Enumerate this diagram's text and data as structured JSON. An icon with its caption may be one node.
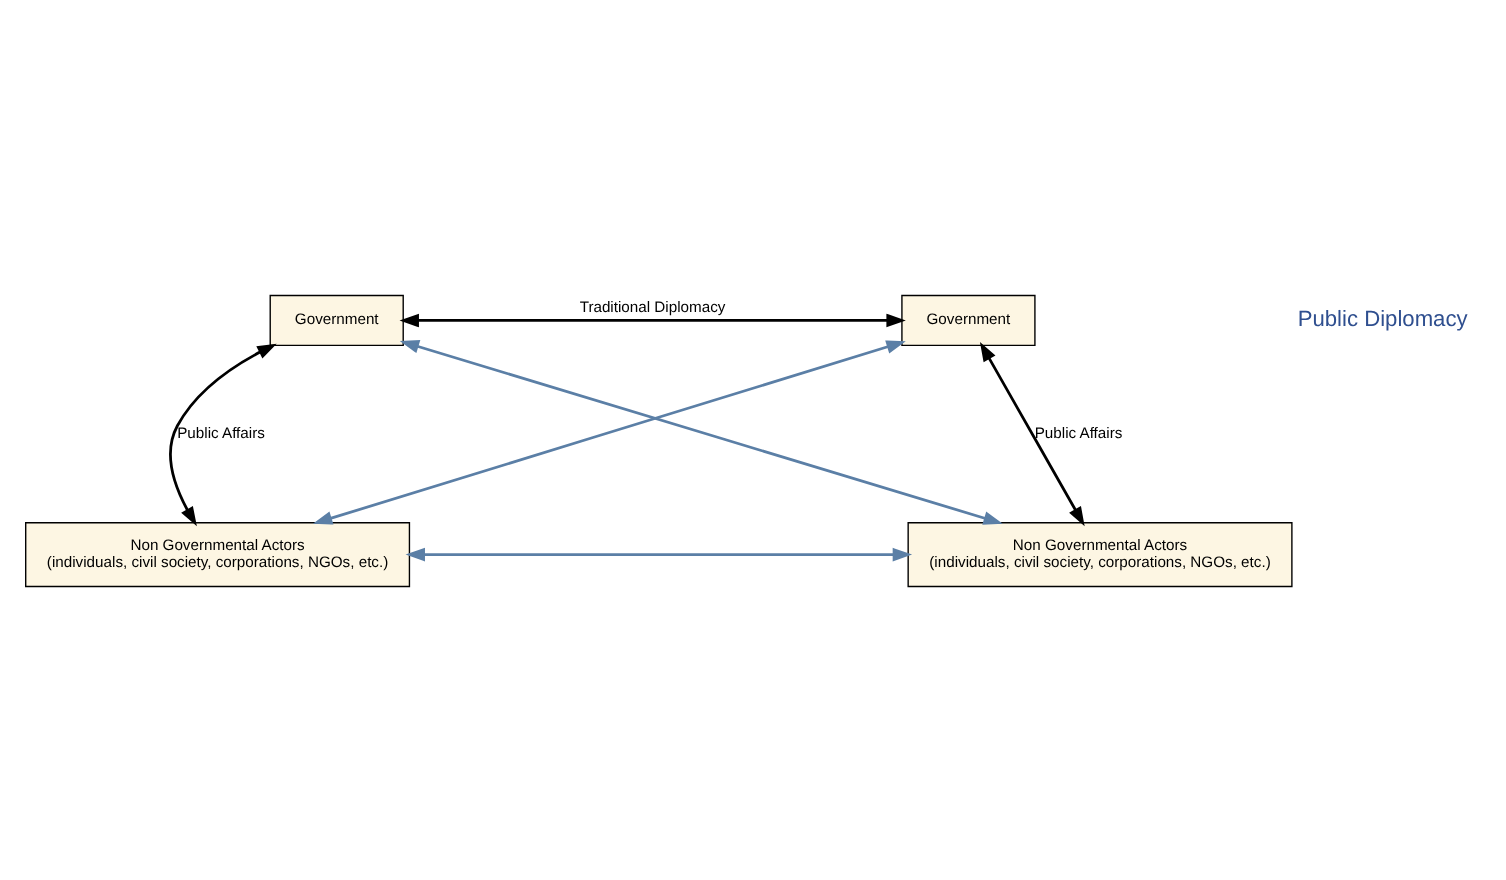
{
  "diagram": {
    "nodes": [
      {
        "text": [
          "Government"
        ]
      },
      {
        "text": [
          "Government"
        ]
      },
      {
        "text": [
          "Non Governmental Actors",
          "(individuals, civil society, corporations, NGOs, etc.)"
        ]
      },
      {
        "text": [
          "Non Governmental Actors",
          "(individuals, civil society, corporations, NGOs, etc.)"
        ]
      }
    ],
    "edges": [
      {
        "from": 0,
        "to": 1,
        "arrow": "both",
        "label": "Traditional Diplomacy",
        "color": "#000000"
      },
      {
        "from": 0,
        "to": 2,
        "arrow": "both",
        "label": "Public Affairs",
        "color": "#000000"
      },
      {
        "from": 1,
        "to": 3,
        "arrow": "both",
        "label": "Public Affairs",
        "color": "#000000"
      },
      {
        "from": 0,
        "to": 3,
        "arrow": "both",
        "color": "#5b7fa6"
      },
      {
        "from": 1,
        "to": 2,
        "arrow": "both",
        "color": "#5b7fa6"
      },
      {
        "from": 2,
        "to": 3,
        "arrow": "both",
        "color": "#5b7fa6"
      }
    ],
    "labels": [
      "Public Diplomacy"
    ]
  }
}
